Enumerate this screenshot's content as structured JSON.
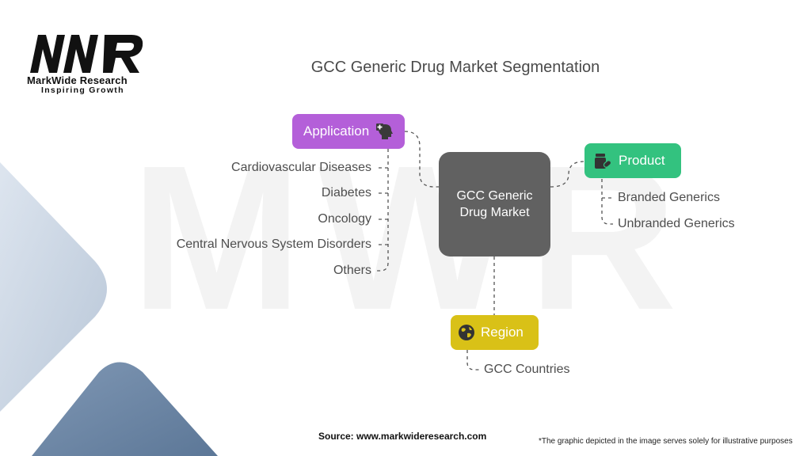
{
  "brand": {
    "logo_letters": "MWR",
    "name": "MarkWide Research",
    "tagline": "Inspiring Growth"
  },
  "title": "GCC Generic Drug Market Segmentation",
  "center": {
    "line1": "GCC Generic",
    "line2": "Drug Market"
  },
  "segments": {
    "application": {
      "label": "Application",
      "icon": "head-with-plus-icon",
      "color": "#b45fd9",
      "items": [
        "Cardiovascular Diseases",
        "Diabetes",
        "Oncology",
        "Central Nervous System Disorders",
        "Others"
      ]
    },
    "product": {
      "label": "Product",
      "icon": "pill-bottle-icon",
      "color": "#33c27f",
      "items": [
        "Branded Generics",
        "Unbranded Generics"
      ]
    },
    "region": {
      "label": "Region",
      "icon": "globe-icon",
      "color": "#d9c117",
      "items": [
        "GCC Countries"
      ]
    }
  },
  "footer": {
    "source": "Source: www.markwideresearch.com",
    "disclaimer": "*The graphic depicted in the image serves solely for illustrative purposes"
  }
}
